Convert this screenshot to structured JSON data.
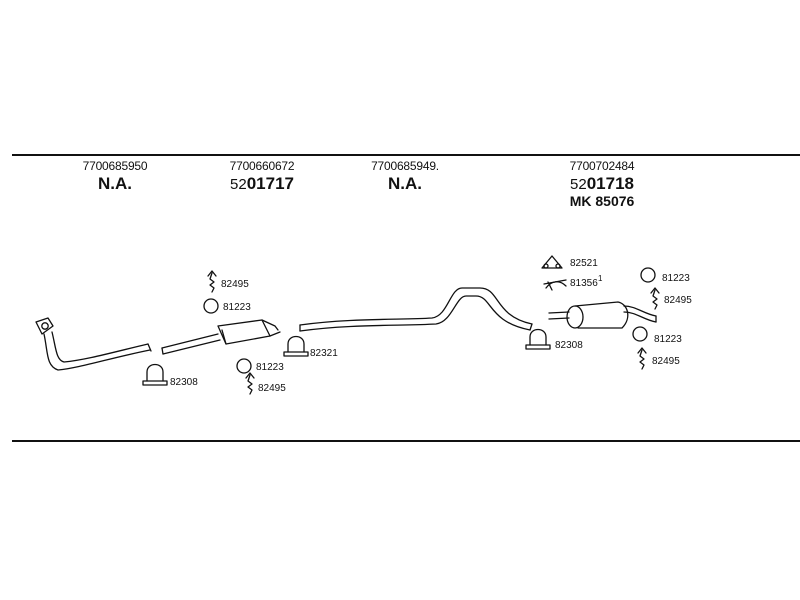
{
  "sections": [
    {
      "oe": "7700685950",
      "part": "N.A."
    },
    {
      "oe": "7700660672",
      "part_prefix": "52",
      "part": "01717"
    },
    {
      "oe": "7700685949.",
      "part": "N.A."
    },
    {
      "oe": "7700702484",
      "part_prefix": "52",
      "part": "01718",
      "mk": "MK  85076"
    }
  ],
  "callouts": {
    "clamp_front": "82308",
    "spring_front": "82495",
    "ring_front_top": "81223",
    "ring_front_bottom": "81223",
    "spring_front_bottom": "82495",
    "clamp_mid": "82321",
    "hanger_rear": "82521",
    "kit_rear": "81356",
    "kit_rear_sup": "1",
    "clamp_rear": "82308",
    "ring_rear_top": "81223",
    "spring_rear_top": "82495",
    "ring_rear_bottom": "81223",
    "spring_rear_bottom": "82495"
  }
}
